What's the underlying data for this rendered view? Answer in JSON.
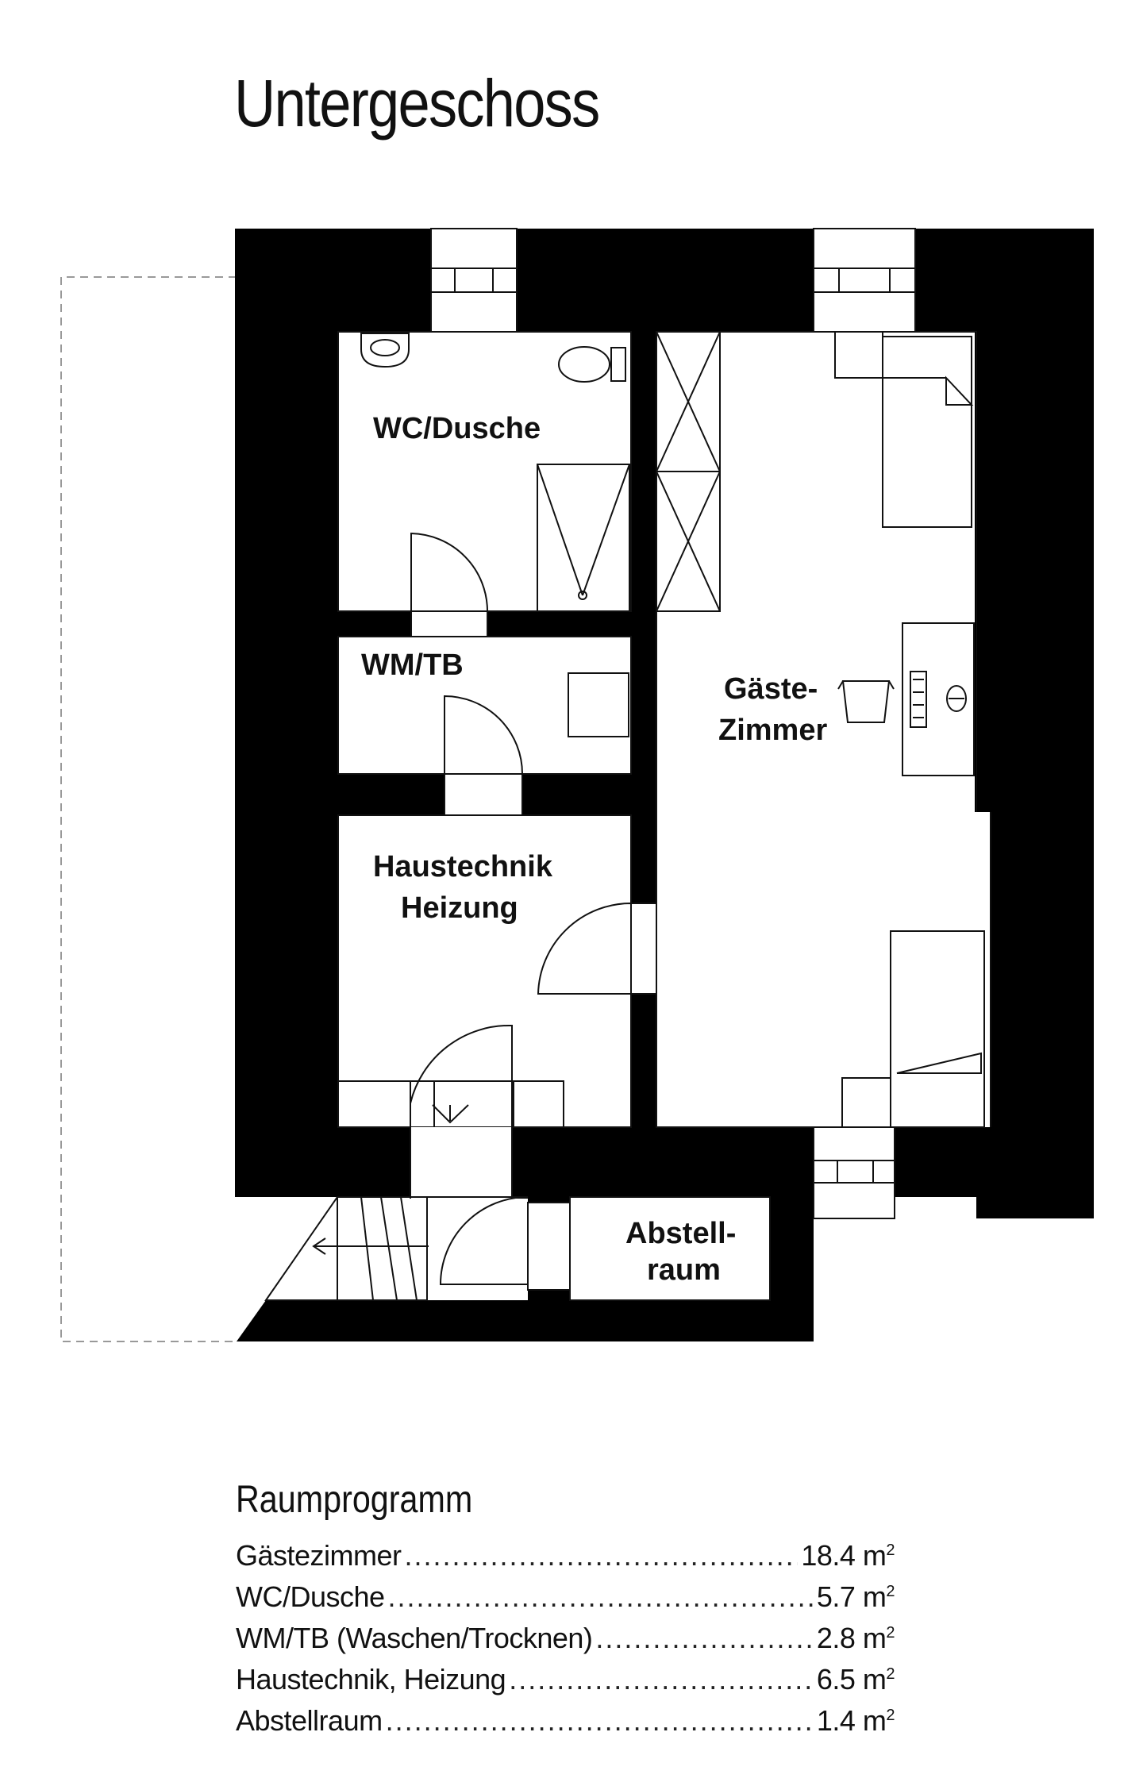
{
  "title": "Untergeschoss",
  "rooms": {
    "wc_dusche": "WC/Dusche",
    "wm_tb": "WM/TB",
    "gaeste_line1": "Gäste-",
    "gaeste_line2": "Zimmer",
    "haustechnik_line1": "Haustechnik",
    "haustechnik_line2": "Heizung",
    "abstell_line1": "Abstell-",
    "abstell_line2": "raum"
  },
  "program": {
    "title": "Raumprogramm",
    "items": [
      {
        "name": "Gästezimmer",
        "value": "18.4 m",
        "unit": "2"
      },
      {
        "name": "WC/Dusche",
        "value": "5.7 m",
        "unit": "2"
      },
      {
        "name": "WM/TB (Waschen/Trocknen)",
        "value": "2.8 m",
        "unit": "2"
      },
      {
        "name": "Haustechnik, Heizung",
        "value": "6.5 m",
        "unit": "2"
      },
      {
        "name": "Abstellraum",
        "value": "1.4 m",
        "unit": "2"
      }
    ]
  },
  "colors": {
    "wall": "#000000",
    "background": "#ffffff",
    "line": "#111111",
    "dashed": "#888888"
  }
}
